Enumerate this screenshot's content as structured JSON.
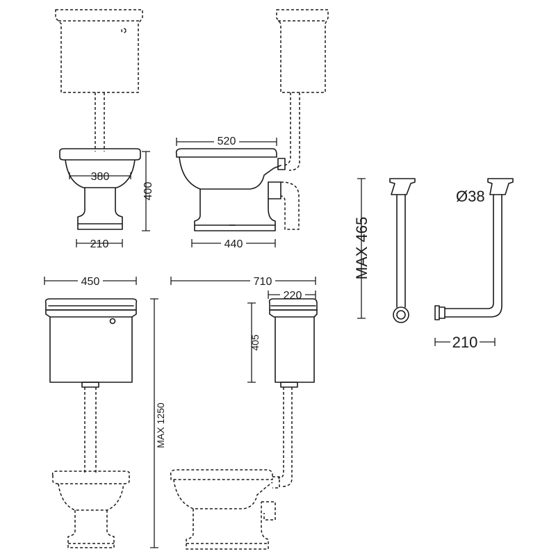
{
  "dimensions": {
    "low_pan_width": "380",
    "low_pan_height": "400",
    "low_pedestal_width": "210",
    "low_side_length": "520",
    "low_side_base": "440",
    "pipe_max": "MAX 465",
    "pipe_diameter": "Ø38",
    "pipe_offset": "210",
    "cistern_width": "450",
    "high_total_projection": "710",
    "cistern_depth": "220",
    "cistern_height": "405",
    "high_max_height": "MAX 1250"
  }
}
